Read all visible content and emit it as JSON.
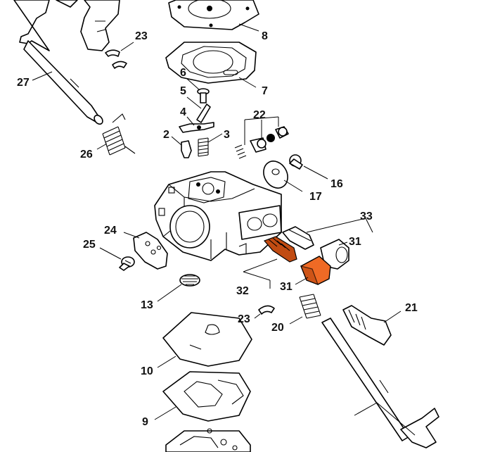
{
  "diagram": {
    "highlight_color": "#ef6a25",
    "callouts": [
      {
        "id": "c8",
        "text": "8"
      },
      {
        "id": "c23a",
        "text": "23"
      },
      {
        "id": "c7",
        "text": "7"
      },
      {
        "id": "c6",
        "text": "6"
      },
      {
        "id": "c27",
        "text": "27"
      },
      {
        "id": "c5",
        "text": "5"
      },
      {
        "id": "c4",
        "text": "4"
      },
      {
        "id": "c22",
        "text": "22"
      },
      {
        "id": "c2",
        "text": "2"
      },
      {
        "id": "c3",
        "text": "3"
      },
      {
        "id": "c26",
        "text": "26"
      },
      {
        "id": "c16",
        "text": "16"
      },
      {
        "id": "c17",
        "text": "17"
      },
      {
        "id": "c33",
        "text": "33"
      },
      {
        "id": "c24",
        "text": "24"
      },
      {
        "id": "c25",
        "text": "25"
      },
      {
        "id": "c31a",
        "text": "31"
      },
      {
        "id": "c31b",
        "text": "31"
      },
      {
        "id": "c32",
        "text": "32"
      },
      {
        "id": "c13",
        "text": "13"
      },
      {
        "id": "c21",
        "text": "21"
      },
      {
        "id": "c23b",
        "text": "23"
      },
      {
        "id": "c20",
        "text": "20"
      },
      {
        "id": "c10",
        "text": "10"
      },
      {
        "id": "c9",
        "text": "9"
      }
    ]
  }
}
